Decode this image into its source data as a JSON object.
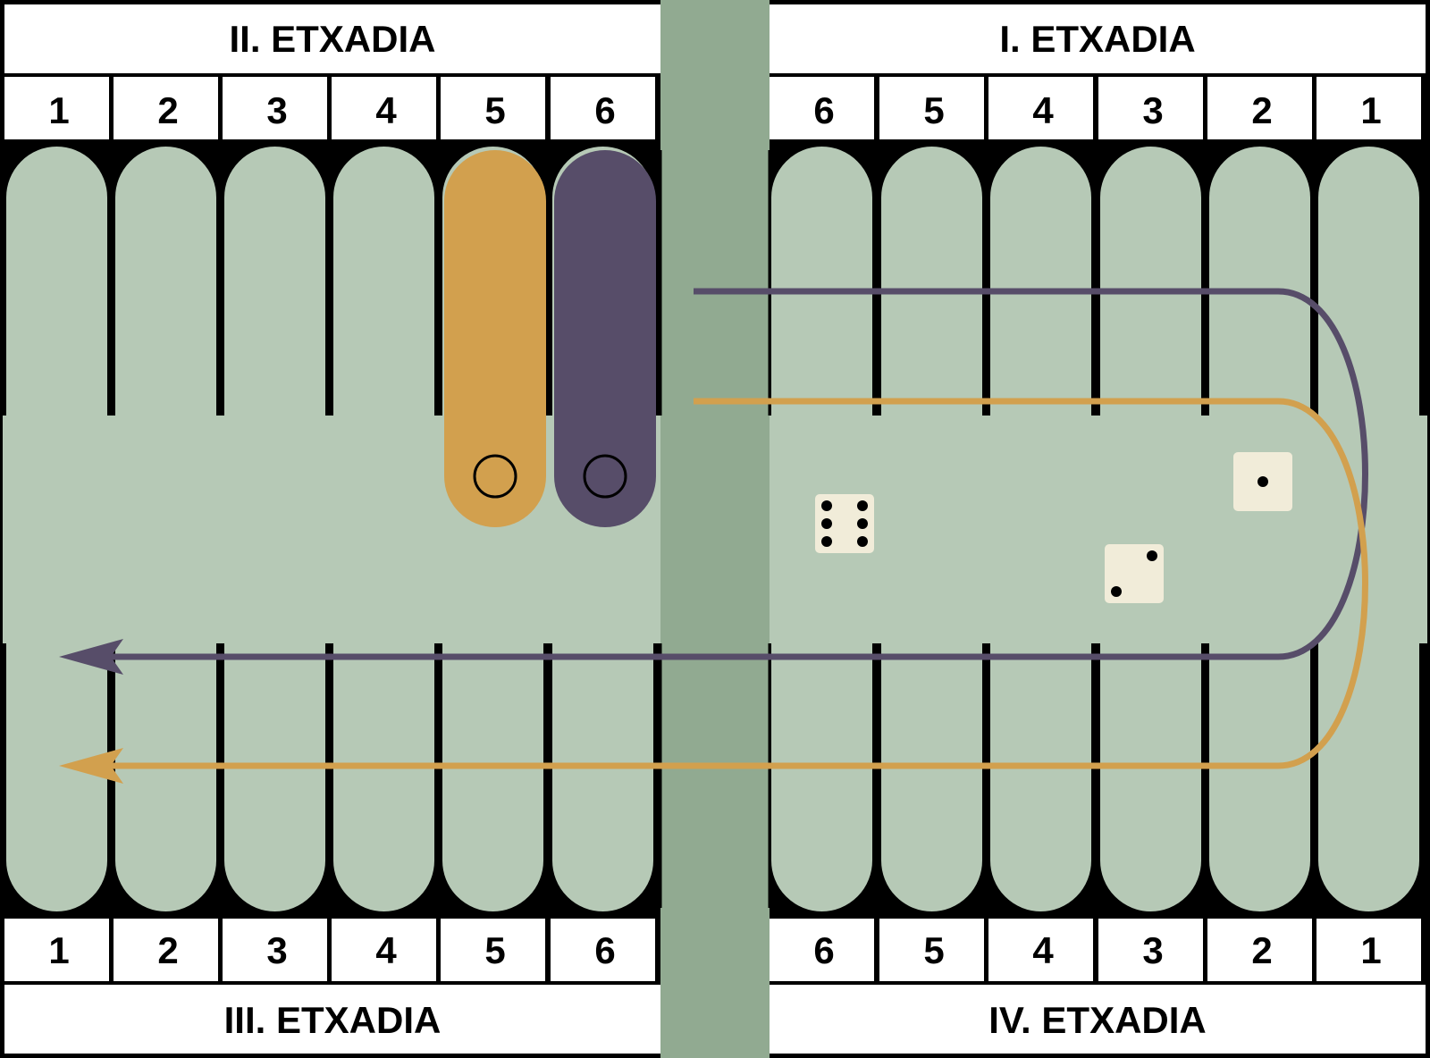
{
  "quadrants": {
    "top_left": "II. ETXADIA",
    "top_right": "I. ETXADIA",
    "bottom_left": "III. ETXADIA",
    "bottom_right": "IV. ETXADIA"
  },
  "numbers": {
    "top_left": [
      "1",
      "2",
      "3",
      "4",
      "5",
      "6"
    ],
    "top_right": [
      "6",
      "5",
      "4",
      "3",
      "2",
      "1"
    ],
    "bottom_left": [
      "1",
      "2",
      "3",
      "4",
      "5",
      "6"
    ],
    "bottom_right": [
      "6",
      "5",
      "4",
      "3",
      "2",
      "1"
    ]
  },
  "colors": {
    "board": "#b6c9b6",
    "bar": "#91aa91",
    "orange": "#d2a04e",
    "purple": "#574d69",
    "die": "#f1ecd9"
  },
  "dice": [
    {
      "name": "die-six",
      "value": 6
    },
    {
      "name": "die-two",
      "value": 2
    },
    {
      "name": "die-one",
      "value": 1
    }
  ]
}
